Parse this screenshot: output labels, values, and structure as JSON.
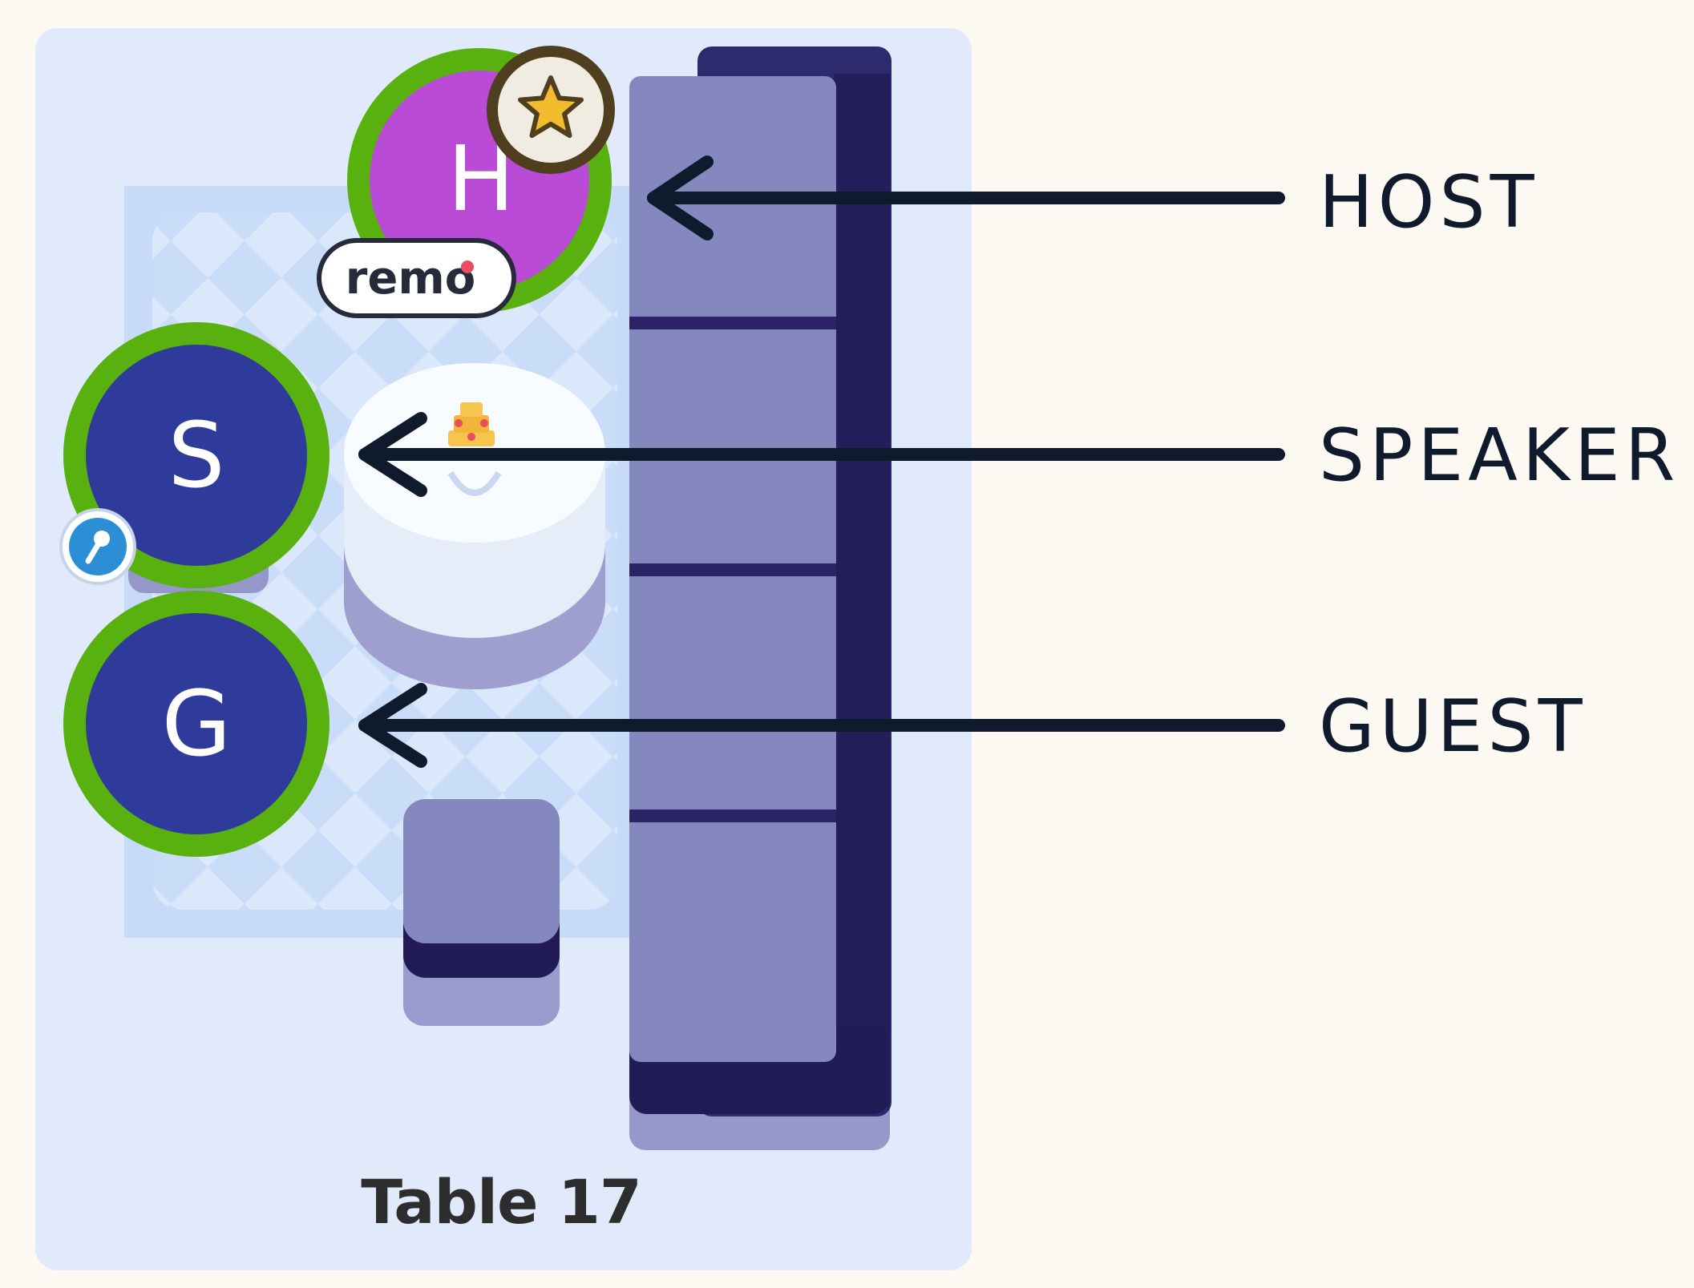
{
  "table": {
    "name": "Table 17"
  },
  "avatars": {
    "host_initial": "H",
    "speaker_initial": "S",
    "guest_initial": "G",
    "brand_badge": "remo"
  },
  "legend": {
    "host": "HOST",
    "speaker": "SPEAKER",
    "guest": "GUEST"
  },
  "icons": {
    "host_badge": "star-icon",
    "speaker_badge": "microphone-icon",
    "table_item": "cake-icon"
  },
  "colors": {
    "background": "#fcf8f2",
    "room_floor": "#e0eafb",
    "rug": "#c7dbf8",
    "sofa": "#8488bf",
    "sofa_dark": "#211c56",
    "ring_active": "#58b10e",
    "host_avatar": "#b94bd6",
    "participant_avatar": "#2f3b9b",
    "arrow": "#0f1b2d"
  }
}
